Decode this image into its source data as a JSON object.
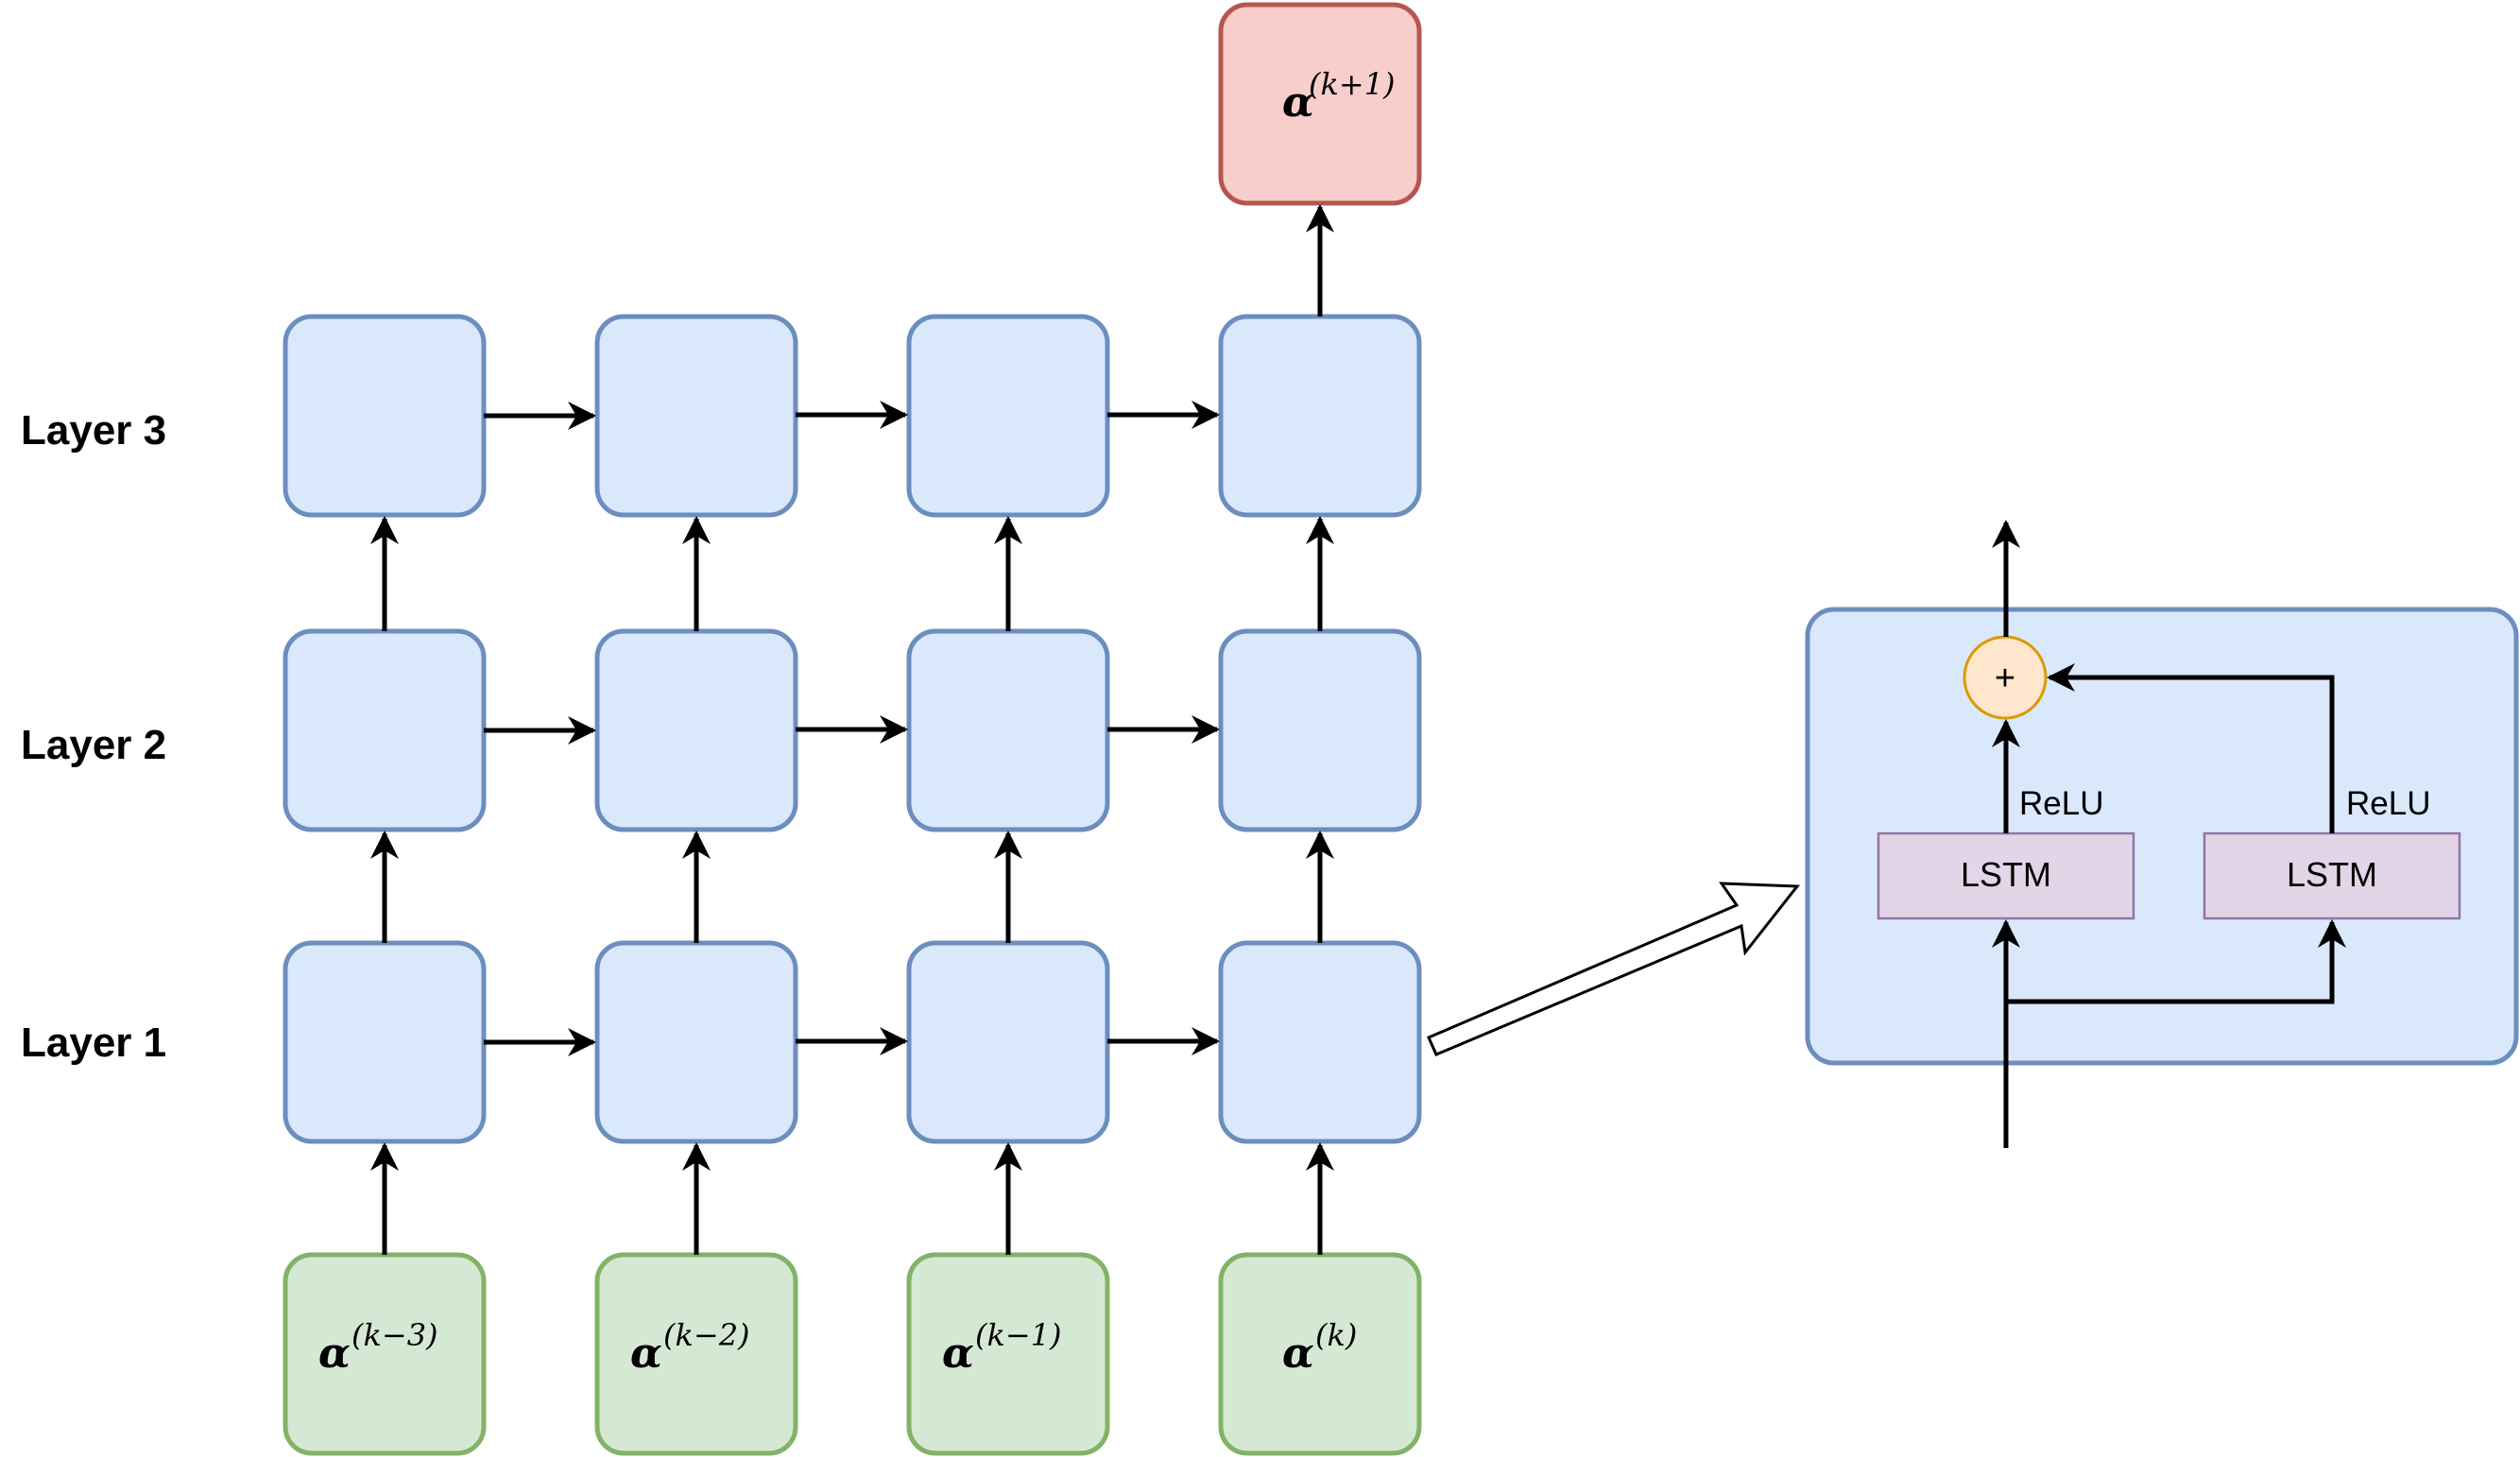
{
  "layers": [
    {
      "id": "layer-3",
      "label": "Layer 3"
    },
    {
      "id": "layer-2",
      "label": "Layer 2"
    },
    {
      "id": "layer-1",
      "label": "Layer 1"
    }
  ],
  "inputs": [
    {
      "symbol": "α",
      "superscript": "(k−3)"
    },
    {
      "symbol": "α",
      "superscript": "(k−2)"
    },
    {
      "symbol": "α",
      "superscript": "(k−1)"
    },
    {
      "symbol": "α",
      "superscript": "(k)"
    }
  ],
  "output": {
    "symbol": "α",
    "superscript": "(k+1)"
  },
  "cell_detail": {
    "lstm_left": "LSTM",
    "lstm_right": "LSTM",
    "activation_left": "ReLU",
    "activation_right": "ReLU",
    "sum_symbol": "+"
  },
  "colors": {
    "cell_fill": "#dae8fc",
    "cell_stroke": "#6c8ebf",
    "input_fill": "#d5e8d4",
    "input_stroke": "#82b366",
    "output_fill": "#f8cecc",
    "output_stroke": "#b85450",
    "lstm_fill": "#e1d5e7",
    "lstm_stroke": "#9673a6",
    "sum_fill": "#ffe6cc",
    "sum_stroke": "#d79b00"
  }
}
